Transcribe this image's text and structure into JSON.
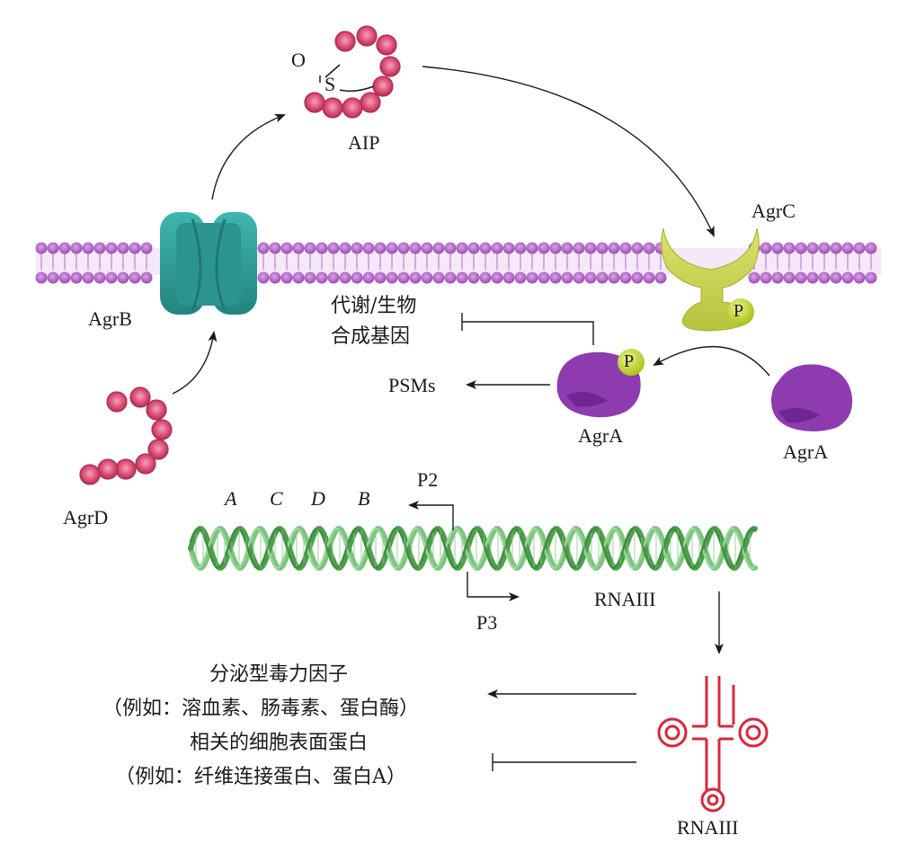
{
  "labels": {
    "aip": "AIP",
    "o": "O",
    "s": "S",
    "agrc": "AgrC",
    "agrb": "AgrB",
    "agrd": "AgrD",
    "agra_left": "AgrA",
    "agra_right": "AgrA",
    "p_agrc": "P",
    "p_agra": "P",
    "psms": "PSMs",
    "metabolic_line1": "代谢/生物",
    "metabolic_line2": "合成基因",
    "gene_a": "A",
    "gene_c": "C",
    "gene_d": "D",
    "gene_b": "B",
    "p2": "P2",
    "p3": "P3",
    "rnaiii_top": "RNAIII",
    "rnaiii_bottom": "RNAIII",
    "virulence_line1": "分泌型毒力因子",
    "virulence_line2": "（例如：溶血素、肠毒素、蛋白酶）",
    "surface_line1": "相关的细胞表面蛋白",
    "surface_line2": "（例如：纤维连接蛋白、蛋白A）"
  },
  "colors": {
    "membrane": "#b368c9",
    "agrb": "#2f9c97",
    "agrc": "#c9d650",
    "agra": "#8a3aa8",
    "phosphate": "#c6da2f",
    "peptide": "#d94d74",
    "dna": "#5cae5c",
    "rna": "#d8283b"
  }
}
